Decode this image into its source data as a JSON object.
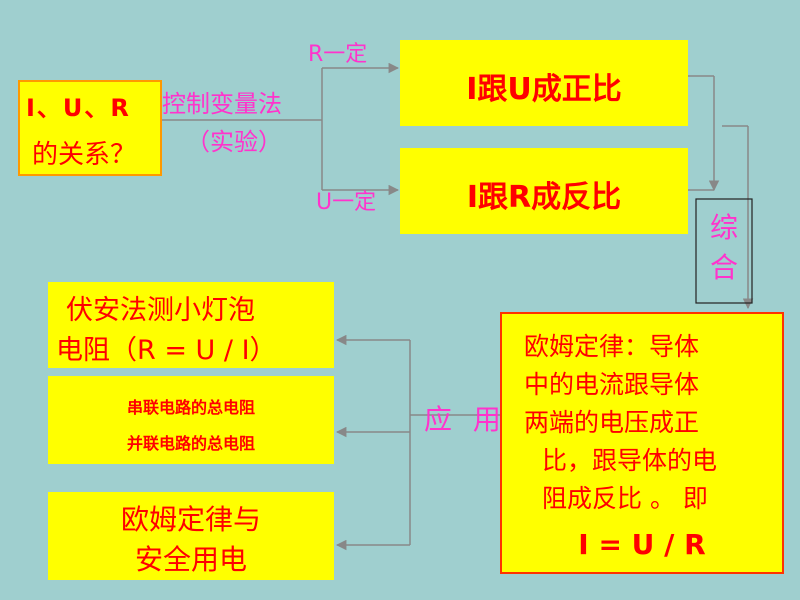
{
  "question": {
    "line1": "I、U、R",
    "line2": "的关系？"
  },
  "method": {
    "name": "控制变量法",
    "note": "（实验）"
  },
  "conditions": {
    "r_const": "R一定",
    "u_const": "U一定"
  },
  "results": {
    "i_u": "I跟U成正比",
    "i_r": "I跟R成反比"
  },
  "synthesis": {
    "char1": "综",
    "char2": "合"
  },
  "ohm_law": {
    "lines": [
      "欧姆定律：导体",
      "中的电流跟导体",
      "两端的电压成正",
      "比，跟导体的电",
      "阻成反比 。 即"
    ],
    "formula": "I = U / R"
  },
  "application_label": "应 用",
  "applications": {
    "measure": {
      "line1": "伏安法测小灯泡",
      "line2": "电阻（R = U / I）"
    },
    "total_resistance": {
      "series": "串联电路的总电阻",
      "parallel": "并联电路的总电阻"
    },
    "safety": {
      "line1": "欧姆定律与",
      "line2": "安全用电"
    }
  },
  "colors": {
    "background": "#9fcfcf",
    "box_fill": "#ffff00",
    "text_red": "#ff0000",
    "text_magenta": "#ff33cc",
    "wire": "#888888"
  }
}
